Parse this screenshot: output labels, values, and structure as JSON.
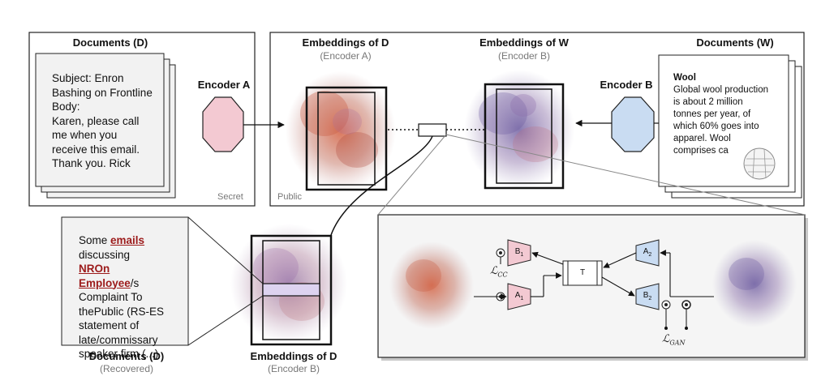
{
  "secret_panel": {
    "title": "Documents (D)",
    "email_lines": [
      "Subject: Enron",
      "Bashing on Frontline",
      "Body:",
      "Karen, please call",
      "me when you",
      "receive this email.",
      "Thank you. Rick"
    ],
    "label": "Secret"
  },
  "encoder_a": {
    "label": "Encoder A"
  },
  "public_panel": {
    "label": "Public",
    "emb_d_title": "Embeddings of D",
    "emb_d_sub": "(Encoder A)",
    "emb_w_title": "Embeddings of W",
    "emb_w_sub": "(Encoder B)",
    "docs_w_title": "Documents (W)",
    "encoder_b_label": "Encoder B",
    "wool": {
      "title": "Wool",
      "lines": [
        "Global wool production",
        "is about 2 million",
        "tonnes per year, of",
        "which 60% goes into",
        "apparel. Wool",
        "comprises ca"
      ]
    }
  },
  "recovered": {
    "line1_prefix": "Some ",
    "line1_highlight": "emails",
    "line2": "discussing ",
    "line3_highlight": "NROn",
    "line4_highlight": "Employee",
    "line4_suffix": "/s",
    "lines_rest": [
      "Complaint To",
      "thePublic (RS-ES",
      "statement of",
      "late/commissary",
      "speaker firm (...)"
    ],
    "title": "Documents (D)",
    "sub": "(Recovered)"
  },
  "emb_d_b": {
    "title": "Embeddings of D",
    "sub": "(Encoder B)"
  },
  "detail": {
    "t_label": "T",
    "b1": "B",
    "b1_sub": "1",
    "a1": "A",
    "a1_sub": "1",
    "a2": "A",
    "a2_sub": "2",
    "b2": "B",
    "b2_sub": "2",
    "loss_cc": "ℒ",
    "loss_cc_sub": "CC",
    "loss_gan": "ℒ",
    "loss_gan_sub": "GAN"
  },
  "colors": {
    "encoder_a": "#f3c9d2",
    "encoder_b": "#c9dcf2",
    "recovered_bar": "#ddd3f0",
    "highlight": "#9c1b1b"
  },
  "icons": [
    "wikipedia-globe-icon",
    "octagon-encoder-icon"
  ]
}
